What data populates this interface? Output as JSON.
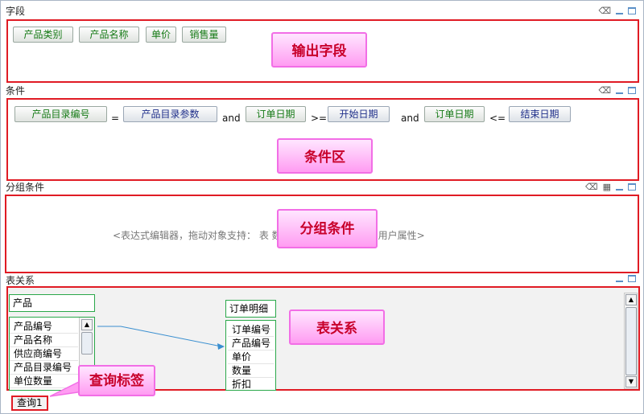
{
  "fields_section": {
    "title": "字段",
    "buttons": [
      "产品类别",
      "产品名称",
      "单价",
      "销售量"
    ],
    "callout": "输出字段"
  },
  "conditions_section": {
    "title": "条件",
    "row": [
      {
        "kind": "green",
        "text": "产品目录编号"
      },
      {
        "kind": "op",
        "text": "="
      },
      {
        "kind": "blue",
        "text": "产品目录参数"
      },
      {
        "kind": "op",
        "text": "and"
      },
      {
        "kind": "green",
        "text": "订单日期"
      },
      {
        "kind": "op",
        "text": ">="
      },
      {
        "kind": "blue",
        "text": "开始日期"
      },
      {
        "kind": "op",
        "text": "and"
      },
      {
        "kind": "green",
        "text": "订单日期"
      },
      {
        "kind": "op",
        "text": "<="
      },
      {
        "kind": "blue",
        "text": "结束日期"
      }
    ],
    "callout": "条件区"
  },
  "group_section": {
    "title": "分组条件",
    "hint": "<表达式编辑器，拖动对象支持：     表                                   数、过滤器、业务属性、用户属性>",
    "callout": "分组条件"
  },
  "relation_section": {
    "title": "表关系",
    "callout": "表关系",
    "table1": {
      "name": "产品",
      "columns": [
        "产品编号",
        "产品名称",
        "供应商编号",
        "产品目录编号",
        "单位数量"
      ]
    },
    "table2": {
      "name": "订单明细",
      "columns": [
        "订单编号",
        "产品编号",
        "单价",
        "数量",
        "折扣"
      ]
    }
  },
  "query_tab": {
    "label": "查询1",
    "callout": "查询标签"
  },
  "icons": {
    "eraser": "eraser-icon",
    "minimize": "minimize-icon",
    "maximize": "maximize-icon",
    "calendar": "calendar-icon",
    "scroll_up": "▲",
    "scroll_down": "▼"
  },
  "colors": {
    "red_box": "#e01b24",
    "field_text": "#167a16",
    "param_text": "#1f2f8a",
    "callout_text": "#c8002b",
    "callout_bg": "#ff9cf2"
  }
}
